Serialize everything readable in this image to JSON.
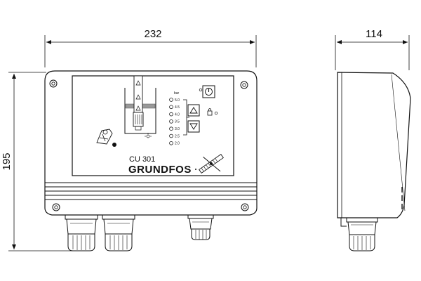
{
  "dimensions": {
    "width_front": "232",
    "depth_side": "114",
    "height": "195"
  },
  "panel": {
    "model": "CU 301",
    "brand": "GRUNDFOS",
    "pressure_unit": "bar",
    "pressure_scale": [
      "5.0",
      "4.5",
      "4.0",
      "3.5",
      "3.0",
      "2.5",
      "2.0"
    ]
  },
  "icons": {
    "on_off": "power-button-icon",
    "up": "up-triangle-button-icon",
    "down": "down-triangle-button-icon",
    "lock": "lock-icon",
    "tank": "pump-tank-icon",
    "dry_run": "dry-running-pump-icon",
    "logo_symbol": "grundfos-crossed-symbol-icon"
  }
}
